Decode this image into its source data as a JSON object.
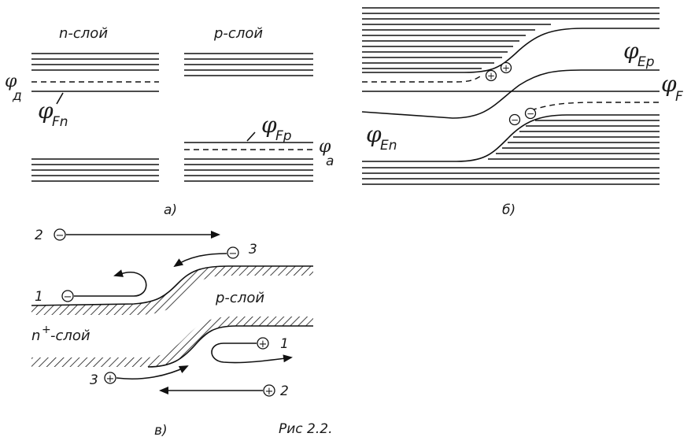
{
  "panel_a": {
    "n_layer_label": "n-слой",
    "p_layer_label": "p-слой",
    "phi": "φ",
    "donor_sub": "д",
    "fermi_n_sub": "Fn",
    "fermi_p_sub": "Fp",
    "acceptor_sub": "а",
    "caption": "а)"
  },
  "panel_b": {
    "phi": "φ",
    "ep_sub": "Ep",
    "f_sub": "F",
    "en_sub": "En",
    "hole_symbol": "+",
    "electron_symbol": "−",
    "caption": "б)"
  },
  "panel_c": {
    "p_layer_label": "p-слой",
    "n_plus_label": "n",
    "n_plus_sup": "+",
    "n_plus_suffix": "-слой",
    "label_1": "1",
    "label_2": "2",
    "label_3": "3",
    "electron_symbol": "−",
    "hole_symbol": "+",
    "caption": "в)"
  },
  "figure_caption": "Рис 2.2."
}
